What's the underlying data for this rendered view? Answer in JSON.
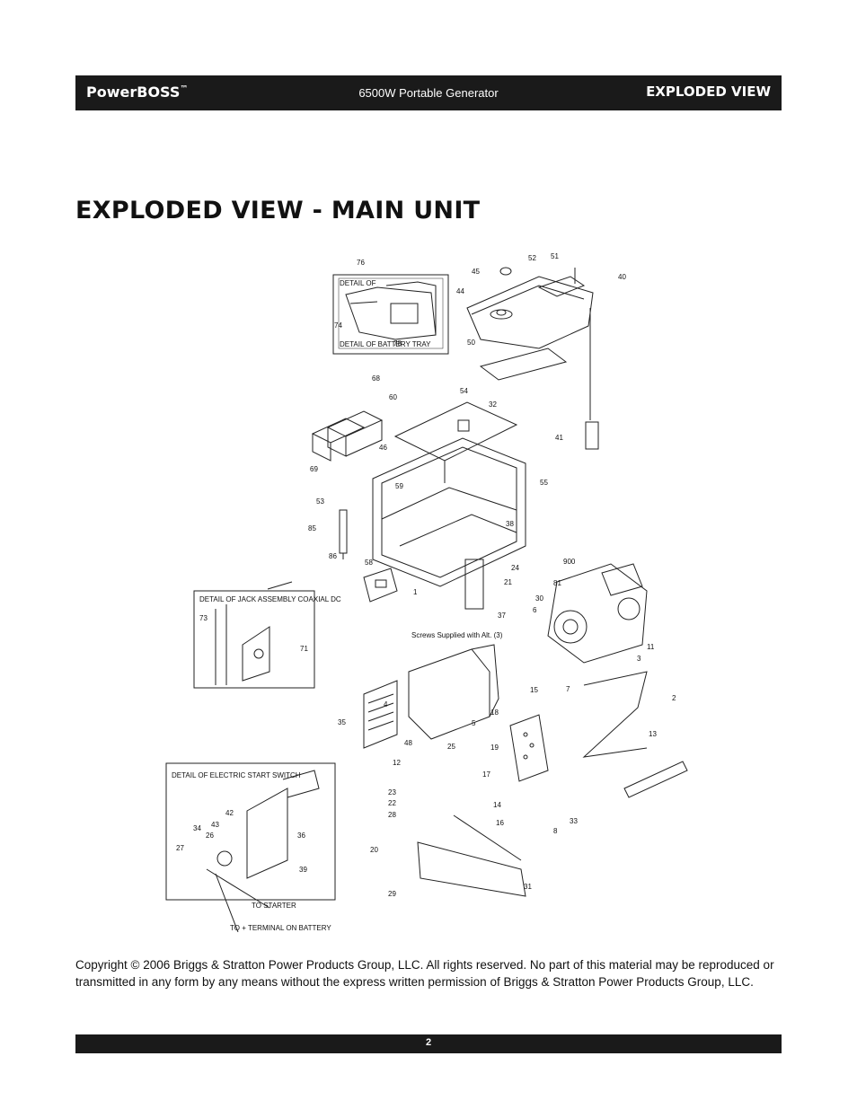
{
  "header": {
    "brand": "PowerBOSS",
    "trademark": "™",
    "product": "6500W Portable Generator",
    "section": "EXPLODED VIEW"
  },
  "page_title": "EXPLODED VIEW - MAIN UNIT",
  "diagram": {
    "detail_battery_tray": "DETAIL OF BATTERY TRAY",
    "detail_jack": "DETAIL OF JACK ASSEMBLY COAXIAL DC",
    "detail_start_switch": "DETAIL OF ELECTRIC START SWITCH",
    "screws_note": "Screws Supplied with Alt. (3)",
    "to_starter": "TO STARTER",
    "to_battery": "TO + TERMINAL ON BATTERY",
    "part_numbers": [
      "76",
      "74",
      "78",
      "45",
      "52",
      "51",
      "40",
      "44",
      "50",
      "54",
      "32",
      "41",
      "68",
      "60",
      "46",
      "69",
      "55",
      "53",
      "59",
      "38",
      "85",
      "86",
      "58",
      "24",
      "1",
      "37",
      "900",
      "81",
      "30",
      "6",
      "21",
      "11",
      "3",
      "7",
      "2",
      "13",
      "4",
      "5",
      "35",
      "25",
      "48",
      "12",
      "15",
      "18",
      "19",
      "17",
      "14",
      "16",
      "8",
      "33",
      "23",
      "22",
      "28",
      "20",
      "29",
      "31",
      "42",
      "43",
      "34",
      "26",
      "27",
      "36",
      "39",
      "73",
      "71"
    ]
  },
  "copyright": "Copyright © 2006 Briggs & Stratton Power Products Group, LLC.  All rights reserved.  No part of this material may be reproduced or transmitted in any form by any means without the express written permission of Briggs & Stratton Power Products Group, LLC.",
  "footer": {
    "page_number": "2"
  }
}
